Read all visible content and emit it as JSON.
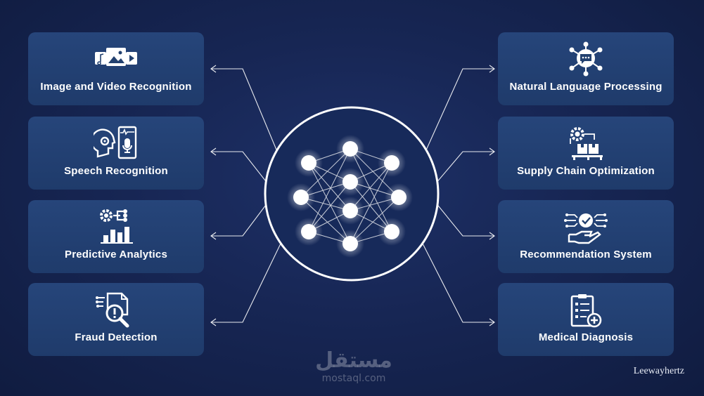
{
  "left_cards": [
    {
      "label": "Image and Video Recognition",
      "icon": "media-icon"
    },
    {
      "label": "Speech Recognition",
      "icon": "speech-head-icon"
    },
    {
      "label": "Predictive Analytics",
      "icon": "analytics-icon"
    },
    {
      "label": "Fraud Detection",
      "icon": "fraud-icon"
    }
  ],
  "right_cards": [
    {
      "label": "Natural Language Processing",
      "icon": "nlp-icon"
    },
    {
      "label": "Supply Chain Optimization",
      "icon": "supply-chain-icon"
    },
    {
      "label": "Recommendation System",
      "icon": "recommendation-icon"
    },
    {
      "label": "Medical Diagnosis",
      "icon": "medical-icon"
    }
  ],
  "center": {
    "icon": "neural-network-icon"
  },
  "brand": "Leewayhertz",
  "watermark": {
    "arabic": "مستقل",
    "latin": "mostaql.com"
  },
  "colors": {
    "card": "#22406f",
    "background": "#172654",
    "line": "#ffffff"
  }
}
